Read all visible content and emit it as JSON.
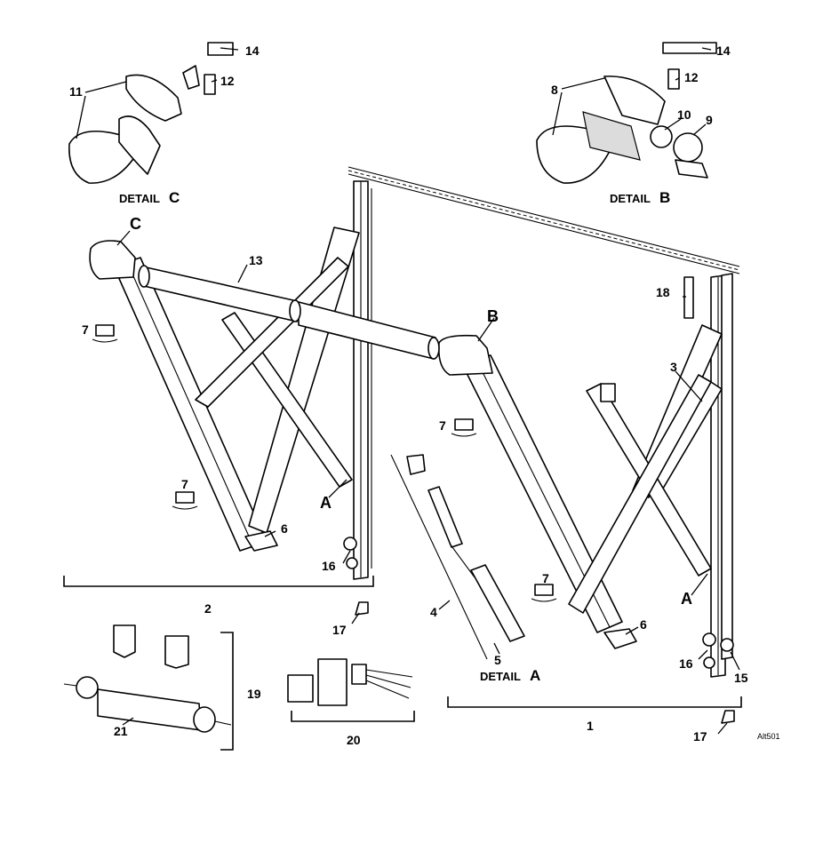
{
  "labels": {
    "n1": "1",
    "n2": "2",
    "n3": "3",
    "n4": "4",
    "n5": "5",
    "n6a": "6",
    "n6b": "6",
    "n7a": "7",
    "n7b": "7",
    "n7c": "7",
    "n7d": "7",
    "n8": "8",
    "n9": "9",
    "n10": "10",
    "n11": "11",
    "n12a": "12",
    "n12b": "12",
    "n13": "13",
    "n14a": "14",
    "n14b": "14",
    "n15": "15",
    "n16a": "16",
    "n16b": "16",
    "n17a": "17",
    "n17b": "17",
    "n18": "18",
    "n19": "19",
    "n20": "20",
    "n21": "21",
    "callout_a1": "A",
    "callout_a2": "A",
    "callout_b": "B",
    "callout_c": "C"
  },
  "details": {
    "detail_word": "DETAIL",
    "a": "A",
    "b": "B",
    "c": "C"
  },
  "drawing_code": "Alt501"
}
